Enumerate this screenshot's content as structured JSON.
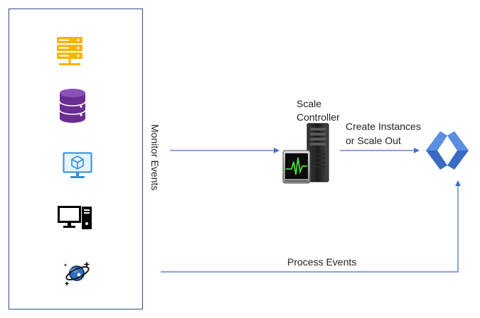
{
  "diagram": {
    "edge_labels": {
      "monitor_events": "Monitor Events",
      "create_instances_line1": "Create Instances",
      "create_instances_line2": "or Scale Out",
      "process_events": "Process Events"
    },
    "nodes": {
      "scale_controller_line1": "Scale",
      "scale_controller_line2": "Controller"
    },
    "icons": {
      "sources": [
        "server-rack-icon",
        "database-icon",
        "virtual-machine-icon",
        "desktop-computer-icon",
        "cosmos-db-icon"
      ],
      "controller": "scale-controller-server-icon",
      "function": "function-app-icon"
    },
    "colors": {
      "panel_border": "#2e4f7f",
      "arrow": "#4472c4",
      "server_yellow": "#f6b400",
      "database_purple": "#6a2d91",
      "vm_blue": "#2e8fd6",
      "function_blue": "#3a6bc4",
      "function_blue_light": "#5a8ee0",
      "text": "#222222"
    }
  }
}
